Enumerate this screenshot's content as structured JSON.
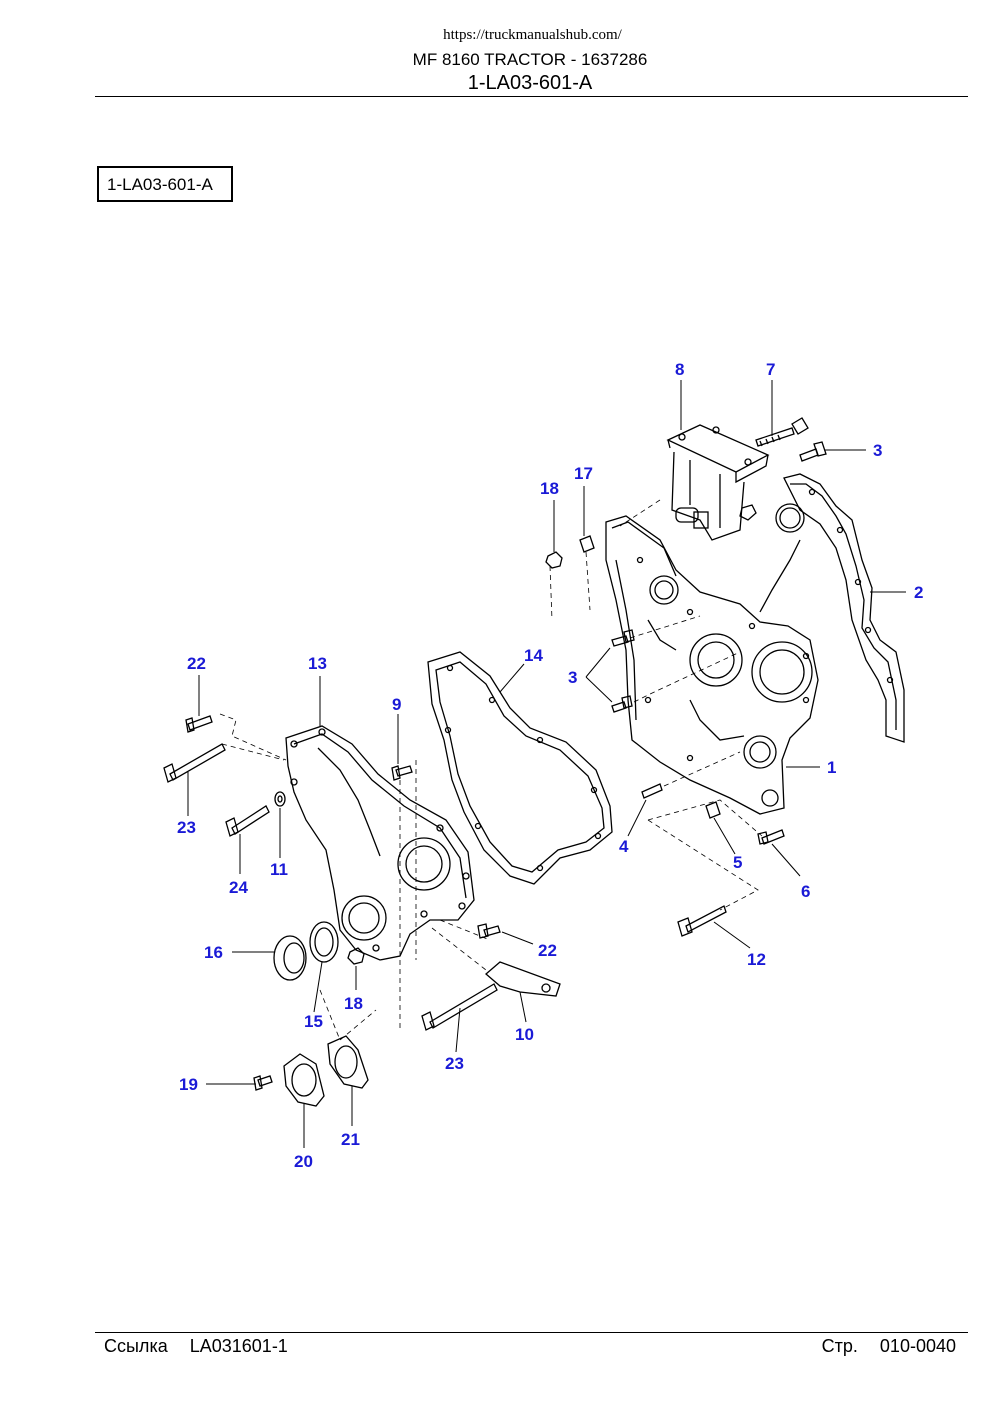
{
  "header": {
    "url": "https://truckmanualshub.com/",
    "title": "MF 8160 TRACTOR - 1637286",
    "subtitle": "1-LA03-601-A"
  },
  "figure": {
    "box_label": "1-LA03-601-A",
    "callouts": {
      "c1": "1",
      "c2": "2",
      "c3a": "3",
      "c3b": "3",
      "c4": "4",
      "c5": "5",
      "c6": "6",
      "c7": "7",
      "c8": "8",
      "c9": "9",
      "c10": "10",
      "c11": "11",
      "c12": "12",
      "c13": "13",
      "c14": "14",
      "c15": "15",
      "c16": "16",
      "c17": "17",
      "c18a": "18",
      "c18b": "18",
      "c19": "19",
      "c20": "20",
      "c21": "21",
      "c22a": "22",
      "c22b": "22",
      "c23a": "23",
      "c23b": "23",
      "c24": "24"
    },
    "callout_color": "#1a1ad6"
  },
  "footer": {
    "ref_label": "Ссылка",
    "ref_value": "LA031601-1",
    "page_label": "Стр.",
    "page_value": "010-0040"
  }
}
